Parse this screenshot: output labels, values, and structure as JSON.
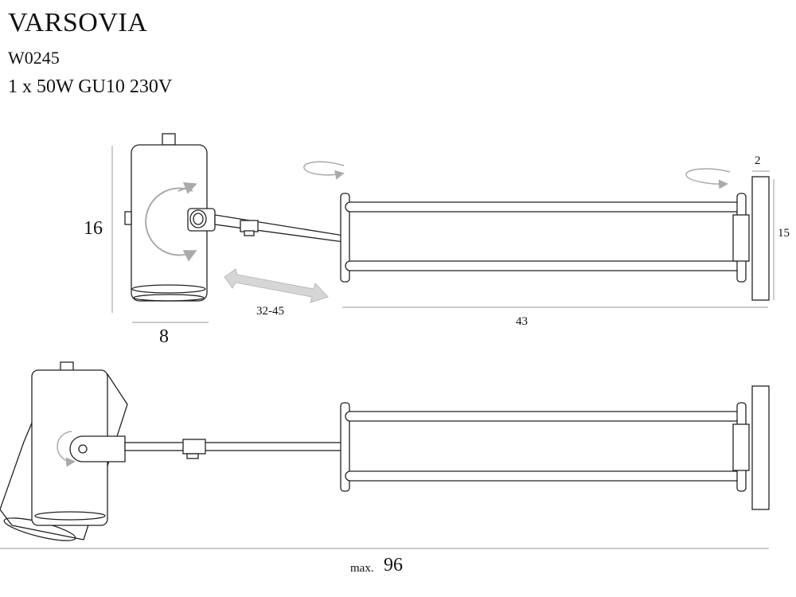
{
  "product": {
    "name": "VARSOVIA",
    "code": "W0245",
    "spec": "1 x 50W GU10 230V"
  },
  "dimensions": {
    "height": "16",
    "width": "8",
    "arm_range": "32-45",
    "rail_length": "43",
    "plate_depth": "2",
    "plate_height": "15",
    "max_label": "max.",
    "max_value": "96"
  },
  "colors": {
    "line": "#222222",
    "dim_line": "#999999",
    "arrow": "#aaaaaa"
  }
}
